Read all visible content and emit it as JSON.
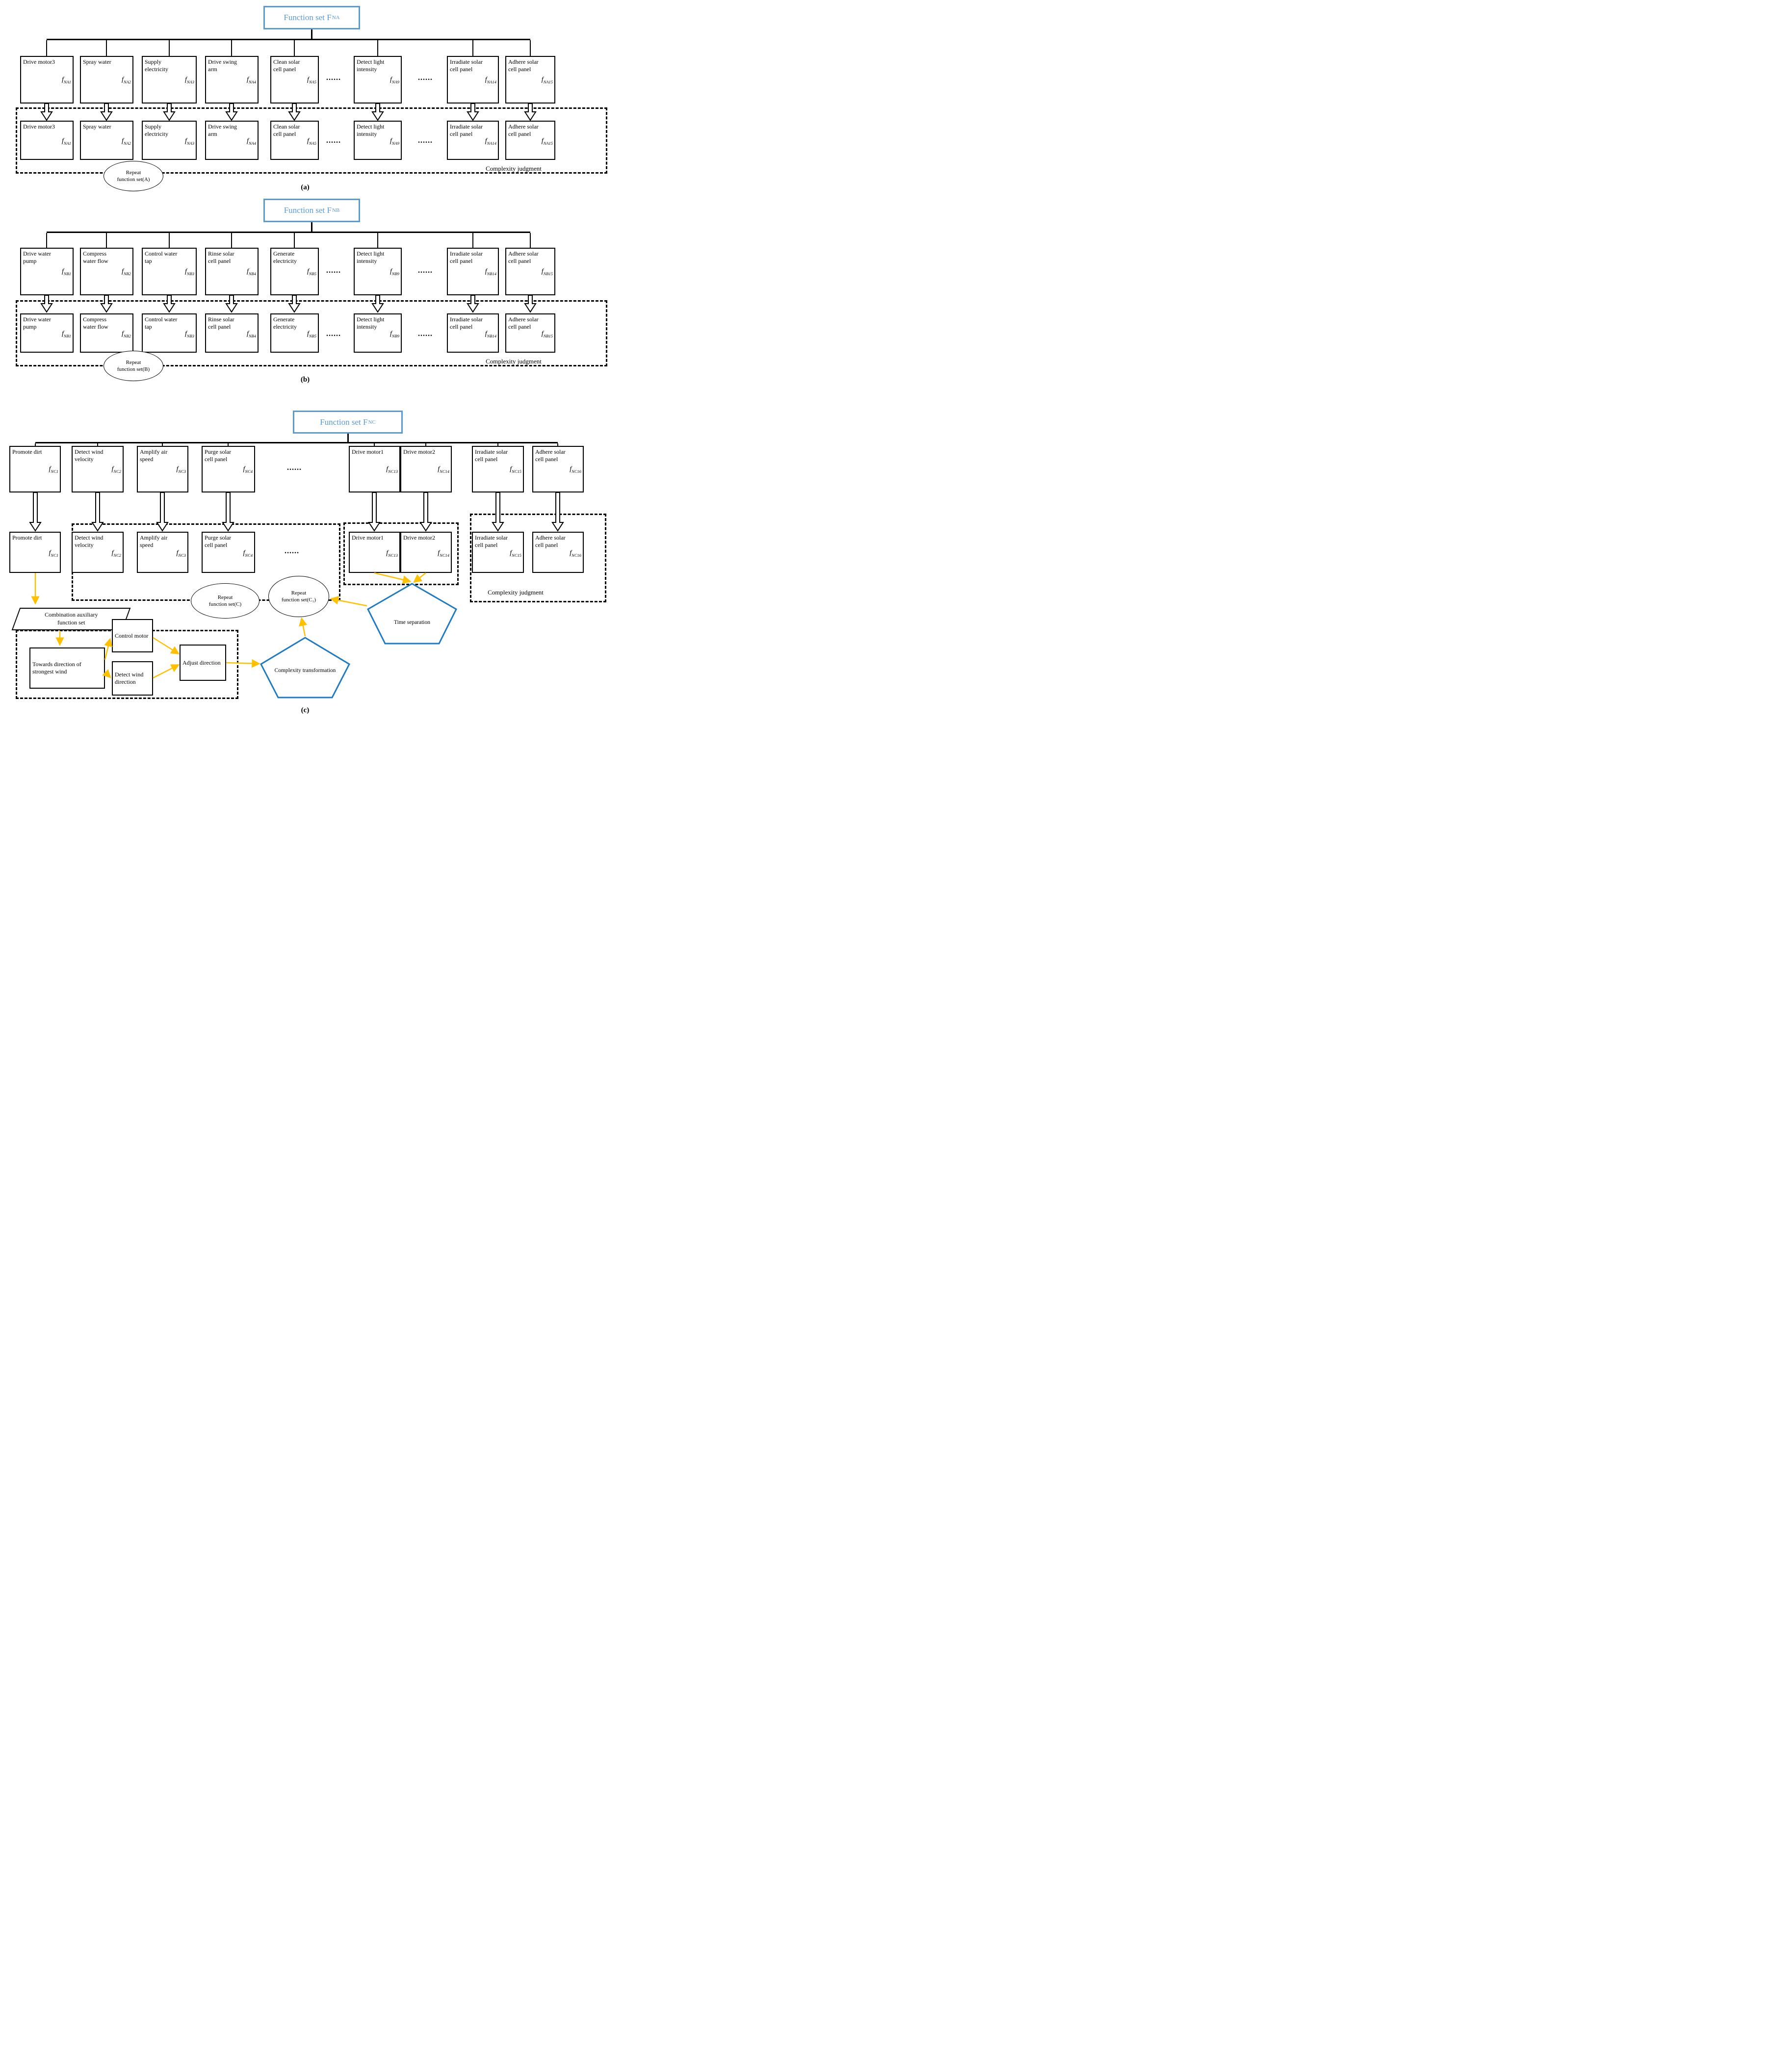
{
  "glyphs": {
    "f": "f",
    "dots": "......"
  },
  "colors": {
    "title_blue": "#5B9BD5",
    "pentagon_blue": "#1F7AC4",
    "arrow_yellow": "#FFC000",
    "line_black": "#000000"
  },
  "sections": {
    "a": {
      "title": "Function set F",
      "title_sub": "NA",
      "caption": "(a)",
      "complexity": "Complexity judgment",
      "ellipse": [
        "Repeat",
        "function set(A)"
      ],
      "boxes": [
        {
          "label": "Drive motor3",
          "sub": "NA1"
        },
        {
          "label": "Spray water",
          "sub": "NA2"
        },
        {
          "label": "Supply electricity",
          "sub": "NA3"
        },
        {
          "label": "Drive swing arm",
          "sub": "NA4"
        },
        {
          "label": "Clean solar cell panel",
          "sub": "NA5"
        },
        {
          "label": "Detect light intensity",
          "sub": "NA9"
        },
        {
          "label": "Irradiate solar cell panel",
          "sub": "NA14"
        },
        {
          "label": "Adhere solar cell panel",
          "sub": "NA15"
        }
      ]
    },
    "b": {
      "title": "Function set F",
      "title_sub": "NB",
      "caption": "(b)",
      "complexity": "Complexity judgment",
      "ellipse": [
        "Repeat",
        "function set(B)"
      ],
      "boxes": [
        {
          "label": "Drive water pump",
          "sub": "NB1"
        },
        {
          "label": "Compress water flow",
          "sub": "NB2"
        },
        {
          "label": "Control water tap",
          "sub": "NB3"
        },
        {
          "label": "Rinse solar cell panel",
          "sub": "NB4"
        },
        {
          "label": "Generate electricity",
          "sub": "NB5"
        },
        {
          "label": "Detect light intensity",
          "sub": "NB9"
        },
        {
          "label": "Irradiate solar cell panel",
          "sub": "NB14"
        },
        {
          "label": "Adhere solar cell panel",
          "sub": "NB15"
        }
      ]
    },
    "c": {
      "title": "Function set F",
      "title_sub": "NC",
      "caption": "(c)",
      "complexity": "Complexity judgment",
      "ellipse": [
        "Repeat",
        "function set(C)"
      ],
      "ellipse_c1": [
        "Repeat",
        "function set(C₁)"
      ],
      "parallelogram": [
        "Combination auxiliary",
        "function set"
      ],
      "aux": {
        "towards": "Towards direction of strongest wind",
        "control": "Control motor",
        "detect": "Detect wind direction",
        "adjust": "Adjust direction"
      },
      "pentagons": {
        "transformation": "Complexity transformation",
        "separation": "Time separation"
      },
      "boxes": [
        {
          "label": "Promote dirt",
          "sub": "NC1"
        },
        {
          "label": "Detect wind velocity",
          "sub": "NC2"
        },
        {
          "label": "Amplify air speed",
          "sub": "NC3"
        },
        {
          "label": "Purge solar cell panel",
          "sub": "NC4"
        },
        {
          "label": "Drive motor1",
          "sub": "NC13"
        },
        {
          "label": "Drive motor2",
          "sub": "NC14"
        },
        {
          "label": "Irradiate solar cell panel",
          "sub": "NC15"
        },
        {
          "label": "Adhere solar cell panel",
          "sub": "NC16"
        }
      ]
    }
  }
}
